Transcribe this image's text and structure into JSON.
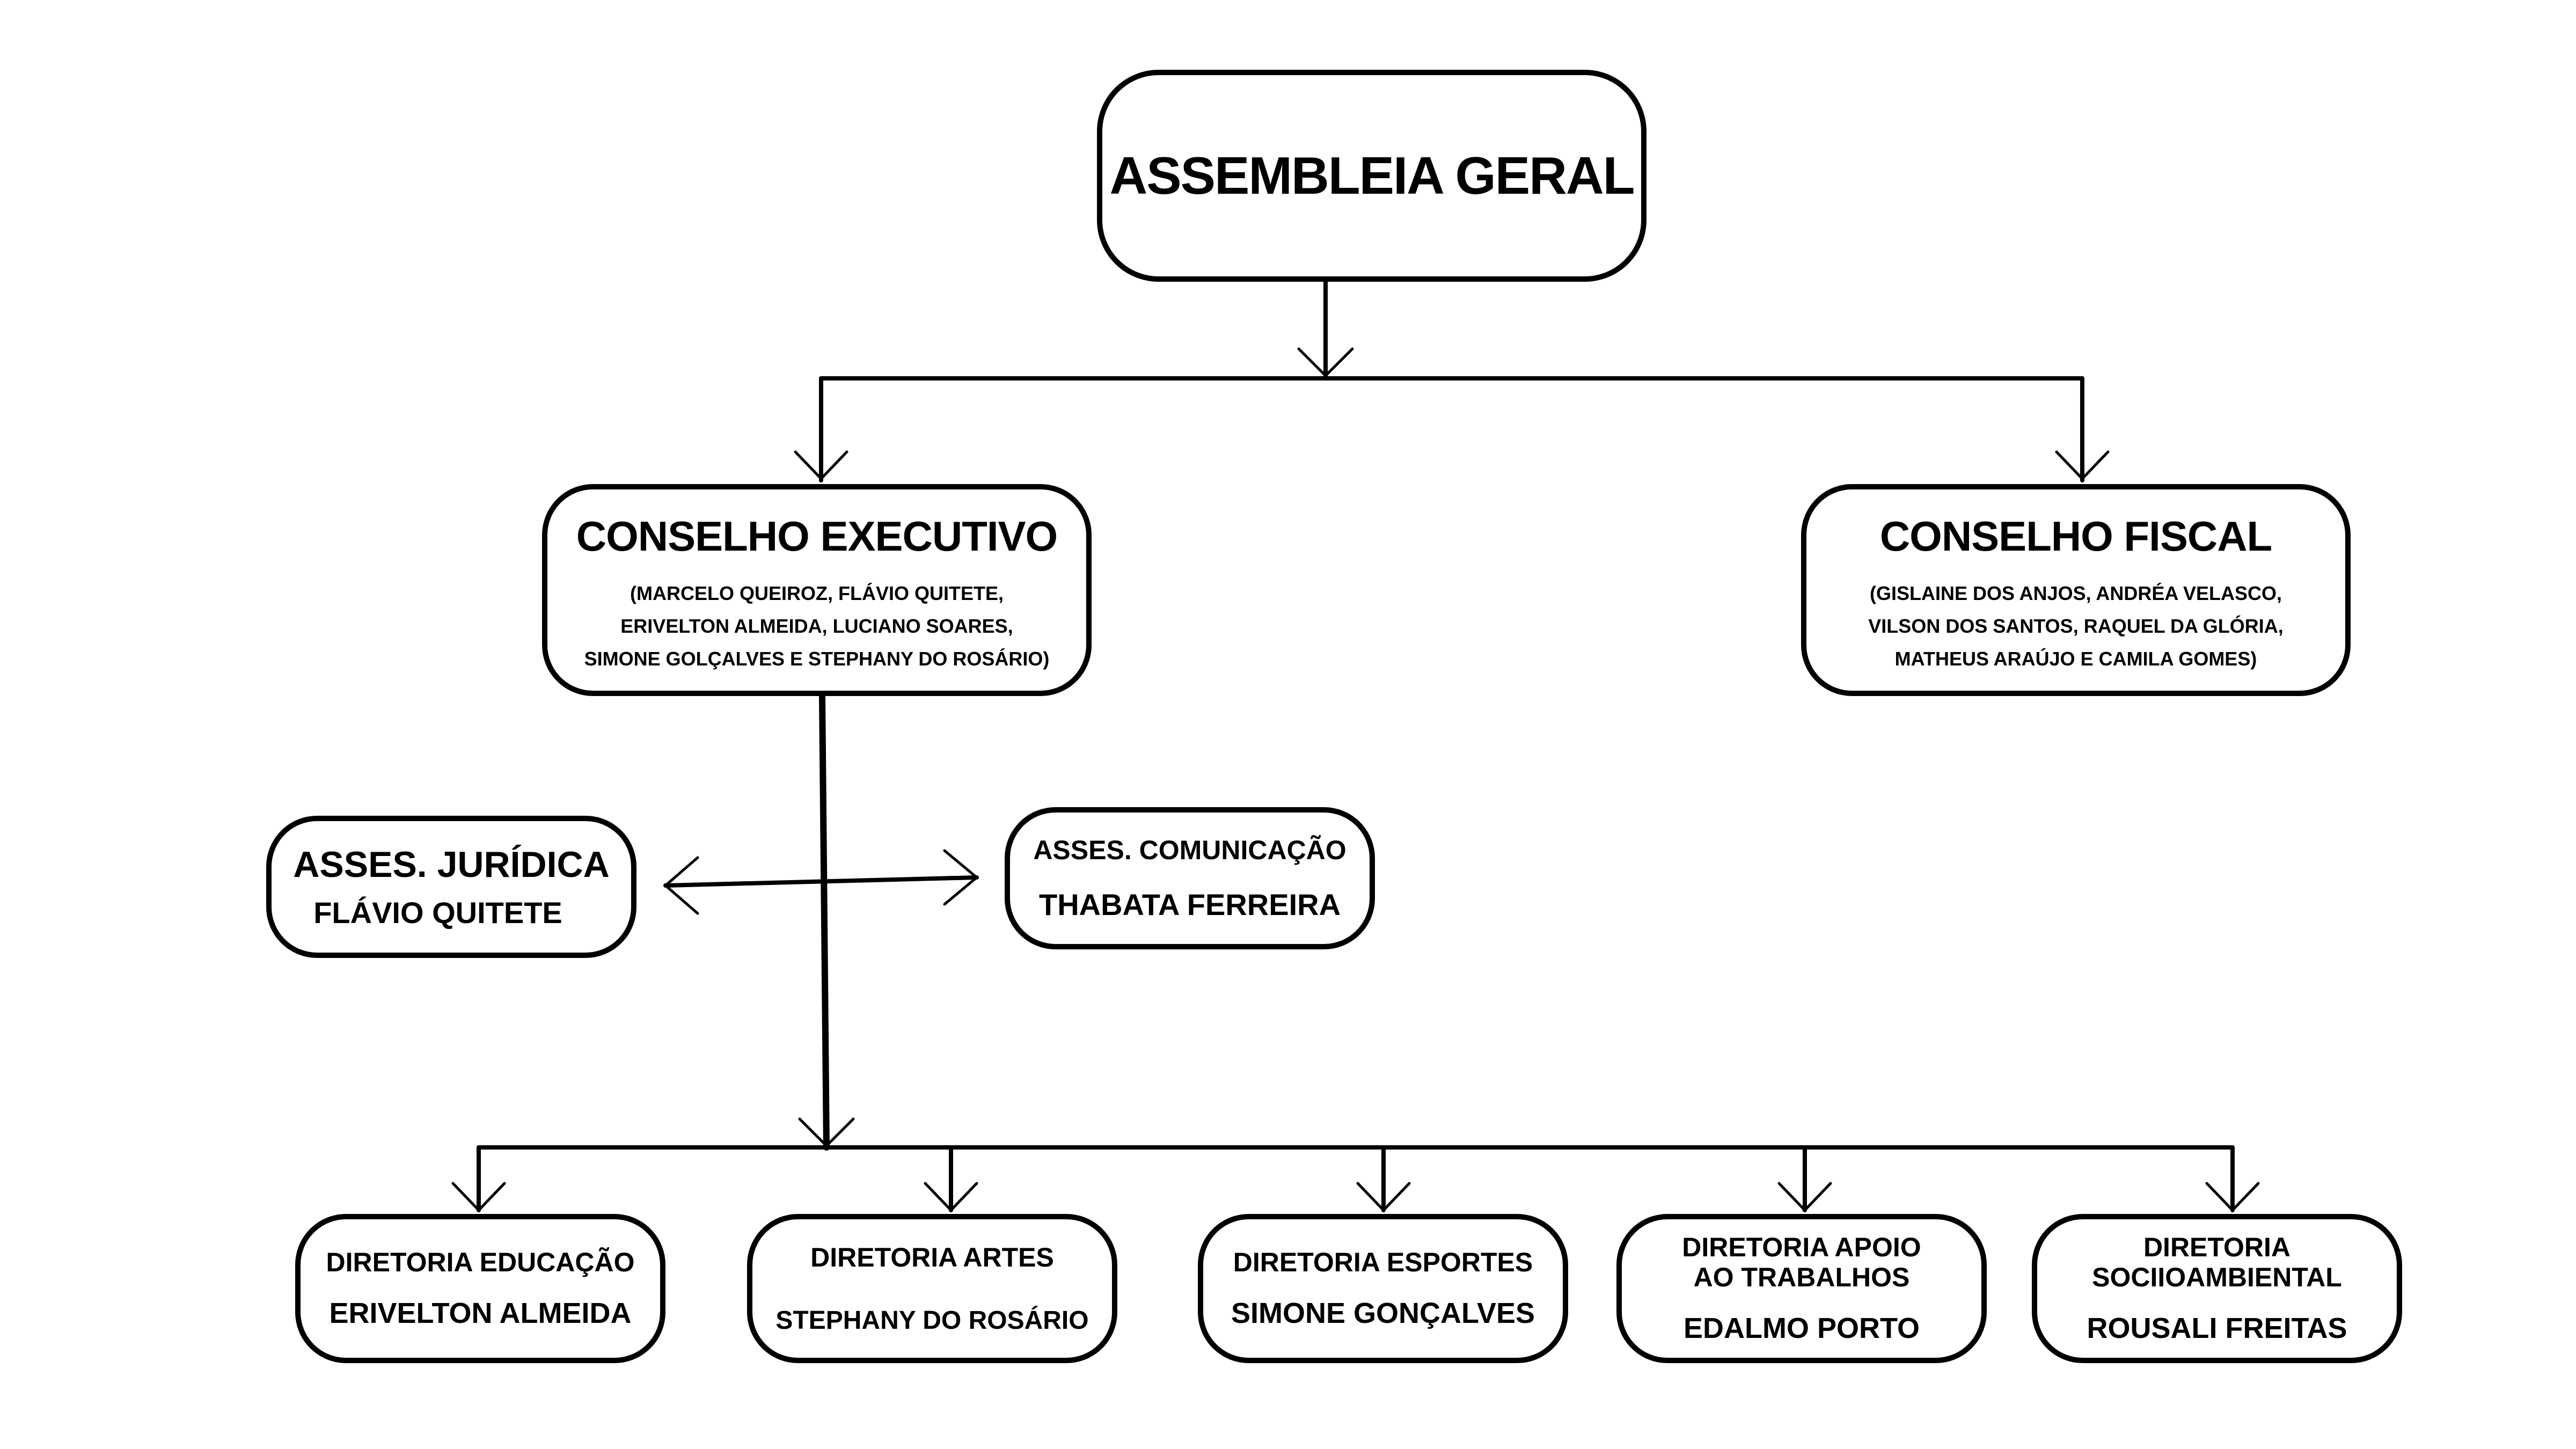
{
  "assembleia": {
    "title": "ASSEMBLEIA GERAL"
  },
  "conselho_executivo": {
    "title": "CONSELHO EXECUTIVO",
    "members": "(MARCELO QUEIROZ, FLÁVIO QUITETE,\nERIVELTON ALMEIDA, LUCIANO SOARES,\nSIMONE GOLÇALVES E STEPHANY DO ROSÁRIO)"
  },
  "conselho_fiscal": {
    "title": "CONSELHO FISCAL",
    "members": "(GISLAINE DOS ANJOS, ANDRÉA VELASCO,\nVILSON DOS SANTOS, RAQUEL DA GLÓRIA,\nMATHEUS ARAÚJO E CAMILA GOMES)"
  },
  "assessoria_juridica": {
    "title": "ASSES. JURÍDICA",
    "name": "FLÁVIO QUITETE"
  },
  "assessoria_comunicacao": {
    "title": "ASSES.  COMUNICAÇÃO",
    "name": "THABATA FERREIRA"
  },
  "diretorias": [
    {
      "title": "DIRETORIA  EDUCAÇÃO",
      "name": "ERIVELTON ALMEIDA"
    },
    {
      "title": "DIRETORIA  ARTES",
      "name": "STEPHANY DO ROSÁRIO"
    },
    {
      "title": "DIRETORIA  ESPORTES",
      "name": "SIMONE GONÇALVES"
    },
    {
      "title": "DIRETORIA  APOIO\nAO TRABALHOS",
      "name": "EDALMO PORTO"
    },
    {
      "title": "DIRETORIA\nSOCIIOAMBIENTAL",
      "name": "ROUSALI FREITAS"
    }
  ]
}
